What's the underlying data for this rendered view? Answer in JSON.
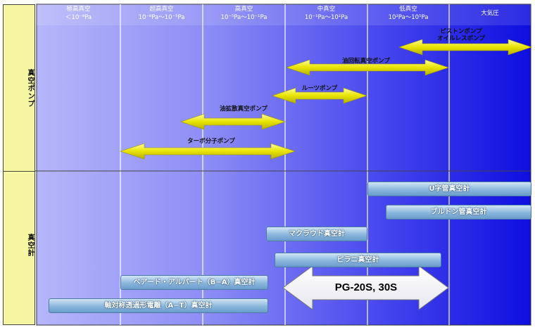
{
  "colors": {
    "bg_left": "#b6b6fa",
    "bg_right": "#0e0ee0",
    "side_panel": "#f6f6a2",
    "pump_arrow": "#e8e400",
    "gauge_bar": "#8ab6dc",
    "pg_arrow": "#ffffff"
  },
  "side": {
    "pump_label": "真空ポンプ",
    "gauge_label": "真空計"
  },
  "columns": [
    {
      "name": "極高真空",
      "range": "＜10⁻⁸Pa"
    },
    {
      "name": "超高真空",
      "range": "10⁻⁸Pa〜10⁻⁵Pa"
    },
    {
      "name": "高真空",
      "range": "10⁻⁵Pa〜10⁻¹Pa"
    },
    {
      "name": "中真空",
      "range": "10⁻¹Pa〜10²Pa"
    },
    {
      "name": "低真空",
      "range": "10²Pa〜10⁵Pa"
    },
    {
      "name": "大気圧",
      "range": ""
    }
  ],
  "pumps": [
    {
      "label1": "ピストンポンプ",
      "label2": "オイルレスポンプ",
      "icon": "double-arrow"
    },
    {
      "label1": "油回転真空ポンプ",
      "label2": "",
      "icon": "double-arrow"
    },
    {
      "label1": "ルーツポンプ",
      "label2": "",
      "icon": "double-arrow"
    },
    {
      "label1": "油拡散真空ポンプ",
      "label2": "",
      "icon": "double-arrow"
    },
    {
      "label1": "ターボ分子ポンプ",
      "label2": "",
      "icon": "double-arrow"
    }
  ],
  "gauges": [
    {
      "label": "U字管真空計"
    },
    {
      "label": "ブルドン管真空計"
    },
    {
      "label": "マクラウド真空計"
    },
    {
      "label": "ピラニ真空計"
    },
    {
      "label": "ベアード・アルパート（B−A）真空計"
    },
    {
      "label": "軸対称透過形電離（A−T）真空計"
    }
  ],
  "highlight": {
    "label": "PG-20S, 30S",
    "icon": "double-arrow"
  }
}
